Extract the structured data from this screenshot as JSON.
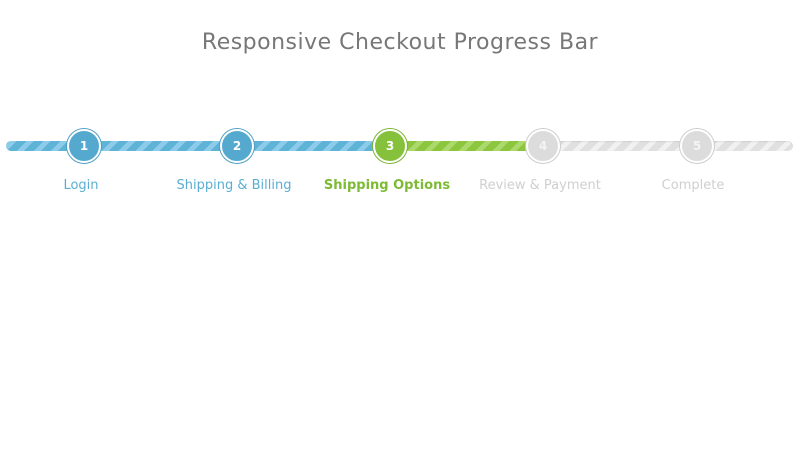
{
  "page": {
    "title": "Responsive Checkout Progress Bar"
  },
  "colors": {
    "done": "#55a9cf",
    "active": "#86c13b",
    "todo": "#dcdcdc",
    "title": "#777777"
  },
  "steps": [
    {
      "number": "1",
      "label": "Login",
      "state": "done"
    },
    {
      "number": "2",
      "label": "Shipping & Billing",
      "state": "done"
    },
    {
      "number": "3",
      "label": "Shipping Options",
      "state": "active"
    },
    {
      "number": "4",
      "label": "Review & Payment",
      "state": "todo"
    },
    {
      "number": "5",
      "label": "Complete",
      "state": "todo"
    }
  ]
}
